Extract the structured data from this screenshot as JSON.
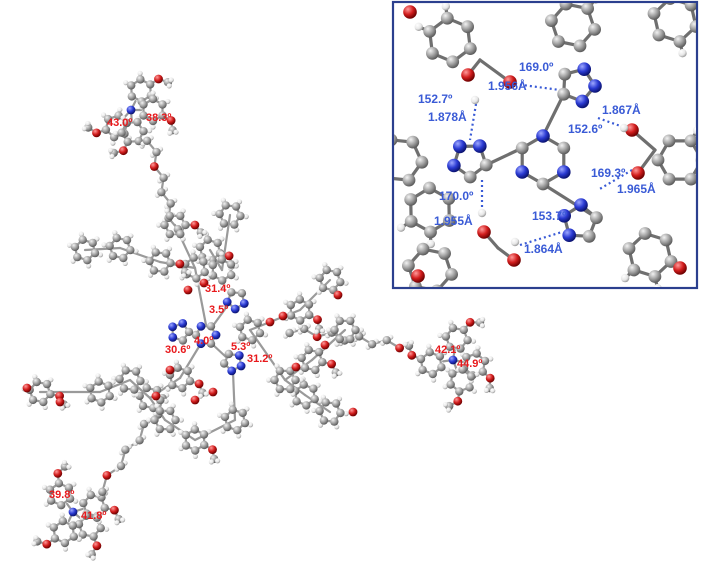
{
  "main_structure": {
    "angle_labels": [
      "43.0º",
      "38.3º",
      "31.4º",
      "3.5º",
      "30.6º",
      "4.0º",
      "5.3º",
      "31.2º",
      "42.1º",
      "44.9º",
      "39.8º",
      "41.8º"
    ]
  },
  "inset": {
    "angles": [
      "169.0º",
      "152.7º",
      "152.6º",
      "169.3º",
      "170.0º",
      "153.7º"
    ],
    "distances": [
      "1.956Å",
      "1.878Å",
      "1.867Å",
      "1.965Å",
      "1.955Å",
      "1.864Å"
    ]
  },
  "colors": {
    "carbon": "#9e9e9e",
    "hydrogen": "#eeeeee",
    "oxygen": "#d21d1d",
    "nitrogen": "#2a3ad2",
    "angle_label": "#e8191c",
    "hbond": "#3a5bd6",
    "inset_border": "#2b3f8e"
  }
}
